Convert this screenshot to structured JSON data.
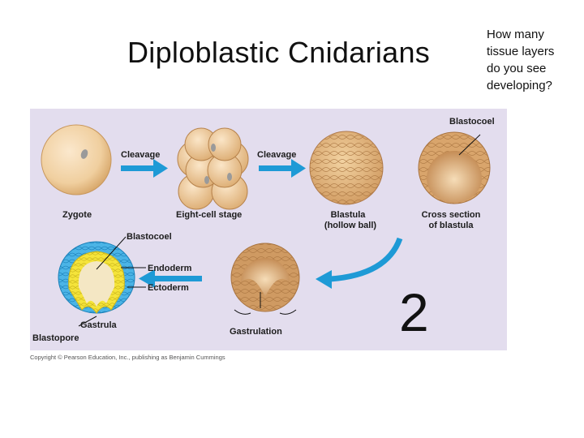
{
  "slide": {
    "title": "Diploblastic Cnidarians",
    "question": [
      "How many",
      "tissue layers",
      "do you see",
      "developing?"
    ],
    "answer": "2"
  },
  "figure": {
    "labels": {
      "cleavage_1": "Cleavage",
      "cleavage_2": "Cleavage",
      "zygote": "Zygote",
      "eight_cell": "Eight-cell stage",
      "blastula_line1": "Blastula",
      "blastula_line2": "(hollow ball)",
      "blastocoel_top": "Blastocoel",
      "cross_section_line1": "Cross section",
      "cross_section_line2": "of blastula",
      "blastocoel_mid": "Blastocoel",
      "endoderm": "Endoderm",
      "ectoderm": "Ectoderm",
      "gastrula": "Gastrula",
      "blastopore": "Blastopore",
      "gastrulation": "Gastrulation"
    },
    "copyright": "Copyright © Pearson Education, Inc., publishing as Benjamin Cummings"
  },
  "colors": {
    "panel_bg": "#e3ddee",
    "arrow_blue": "#1e9ad6",
    "ectoderm_blue": "#4bb4e6",
    "endoderm_yellow": "#f5e43a",
    "cell_tan": "#e9c48f",
    "cell_brown": "#b07a4a"
  }
}
